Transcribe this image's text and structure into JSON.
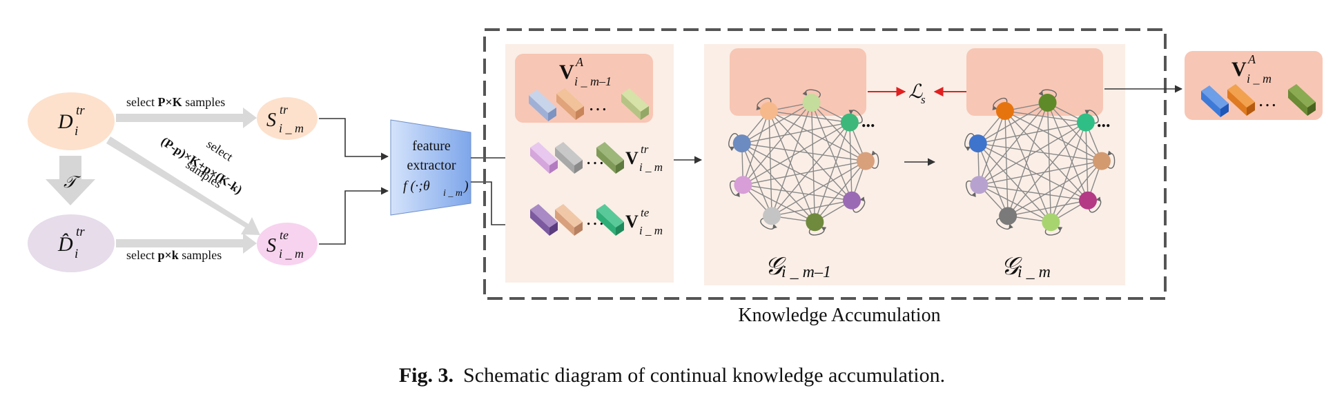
{
  "inputs": {
    "d_train": {
      "main": "D",
      "sup": "tr",
      "sub": "i"
    },
    "d_hat_train": {
      "main": "D̂",
      "sup": "tr",
      "sub": "i"
    },
    "transform": "𝒯",
    "s_train": {
      "main": "S",
      "sup": "tr",
      "sub": "i _ m"
    },
    "s_test": {
      "main": "S",
      "sup": "te",
      "sub": "i _ m"
    }
  },
  "arrows": {
    "select_top_prefix": "select ",
    "select_top_bold": "P×K",
    "select_top_suffix": " samples",
    "select_bottom_prefix": "select ",
    "select_bottom_bold": "p×k",
    "select_bottom_suffix": " samples",
    "diag_line1": "select",
    "diag_line2": "(P-p)×K+p×(K-k)",
    "diag_line3": "samples"
  },
  "extractor": {
    "line1": "feature",
    "line2": "extractor",
    "line3_pre": "f (·;θ",
    "line3_sub": "i _ m",
    "line3_post": ")"
  },
  "features": {
    "va_prev": {
      "main": "V",
      "sup": "A",
      "sub": "i _ m–1"
    },
    "vtr": {
      "main": "V",
      "sup": "tr",
      "sub": "i _ m"
    },
    "vte": {
      "main": "V",
      "sup": "te",
      "sub": "i _ m"
    },
    "va_out": {
      "main": "V",
      "sup": "A",
      "sub": "i _ m"
    },
    "ellipsis": "…",
    "graph_dots": "..."
  },
  "graphs": {
    "g_prev": {
      "main": "𝒢",
      "sub": "i _ m–1"
    },
    "g_curr": {
      "main": "𝒢",
      "sub": "i _ m"
    },
    "loss": {
      "main": "ℒ",
      "sub": "s"
    }
  },
  "region_label": "Knowledge Accumulation",
  "caption": {
    "fig": "Fig. 3.",
    "text": "Schematic diagram of continual knowledge accumulation."
  },
  "colors": {
    "panel_bg": "#faeee6",
    "highlight_bg": "#f8c6b4",
    "red_arrow": "#e02020",
    "orange_node": "#fde1cc",
    "purple_node": "#e6dcea",
    "pink_node": "#f7d3ef",
    "extractor_fill": "#8fb4ee"
  }
}
